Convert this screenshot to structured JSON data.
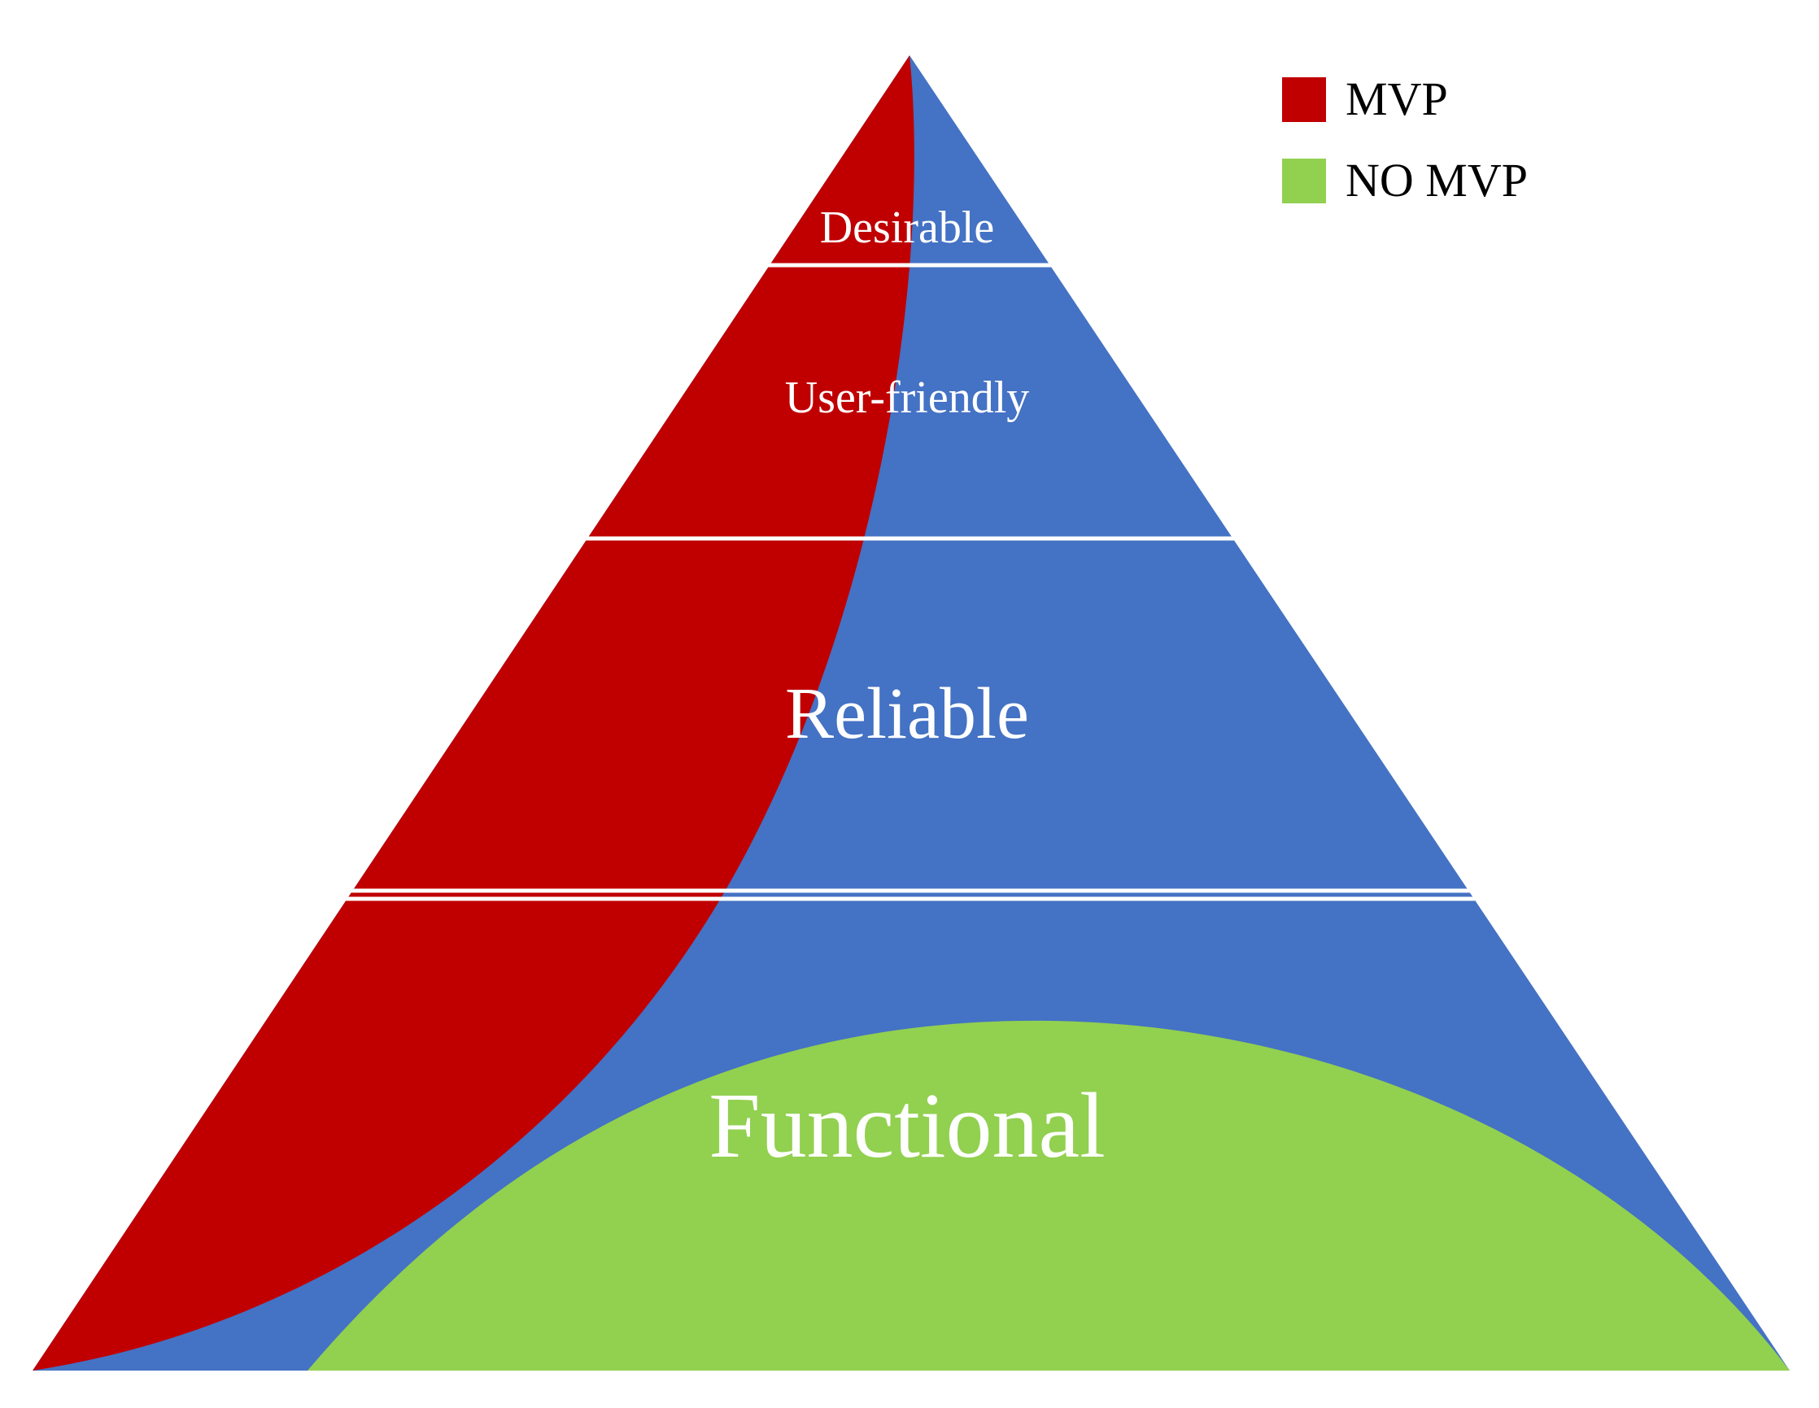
{
  "colors": {
    "mvp": "#C00000",
    "no_mvp": "#92D050",
    "pyramid": "#4472C4",
    "divider": "#FFFFFF"
  },
  "legend": {
    "items": [
      {
        "label": "MVP",
        "color": "#C00000"
      },
      {
        "label": "NO MVP",
        "color": "#92D050"
      }
    ]
  },
  "pyramid": {
    "tiers": [
      {
        "label": "Desirable"
      },
      {
        "label": "User-friendly"
      },
      {
        "label": "Reliable"
      },
      {
        "label": "Functional"
      }
    ]
  }
}
